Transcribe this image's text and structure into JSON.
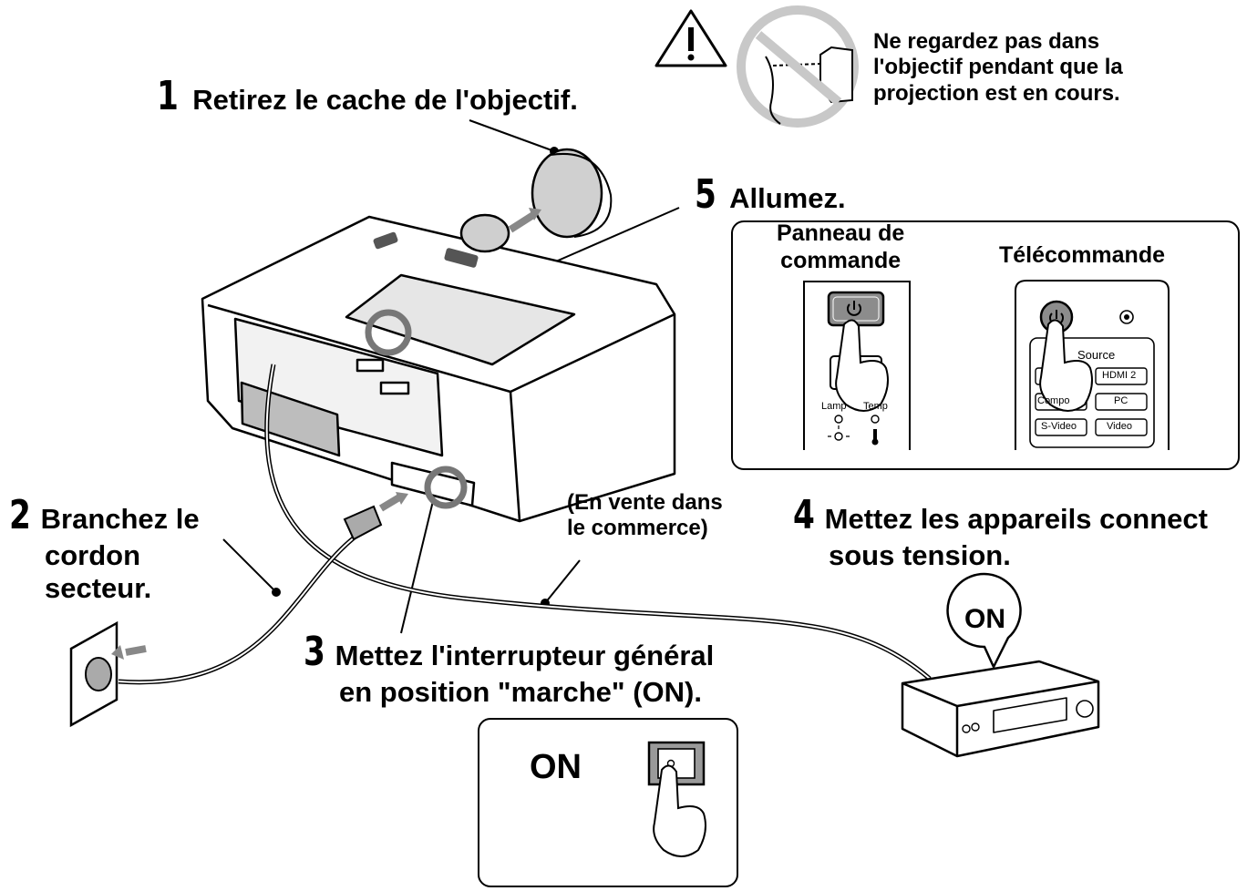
{
  "warning": {
    "icon": "warning-triangle-icon",
    "text_lines": [
      "Ne regardez pas dans",
      "l'objectif pendant que la",
      "projection est en cours."
    ]
  },
  "steps": [
    {
      "number": "1",
      "lines": [
        "Retirez le cache de l'objectif."
      ]
    },
    {
      "number": "2",
      "lines": [
        "Branchez le",
        "cordon",
        "secteur."
      ]
    },
    {
      "number": "3",
      "lines": [
        "Mettez l'interrupteur général",
        "en position \"marche\" (ON)."
      ]
    },
    {
      "number": "4",
      "lines": [
        "Mettez les appareils connect",
        "sous tension."
      ]
    },
    {
      "number": "5",
      "lines": [
        "Allumez."
      ]
    }
  ],
  "cable_note": [
    "(En vente dans",
    "le commerce)"
  ],
  "power_panel": {
    "control_panel_label": [
      "Panneau de",
      "commande"
    ],
    "remote_label": "Télécommande",
    "indicators": [
      "Lamp",
      "Temp"
    ],
    "remote_source_label": "Source",
    "remote_buttons": [
      "HDMI 2",
      "Compo",
      "PC",
      "S-Video",
      "Video"
    ]
  },
  "switch_box": {
    "label": "ON"
  },
  "device_bubble": {
    "label": "ON"
  },
  "colors": {
    "line": "#000000",
    "gray": "#7a7a7a",
    "light_gray": "#d9d9d9",
    "button_gray": "#8c8c8c"
  }
}
